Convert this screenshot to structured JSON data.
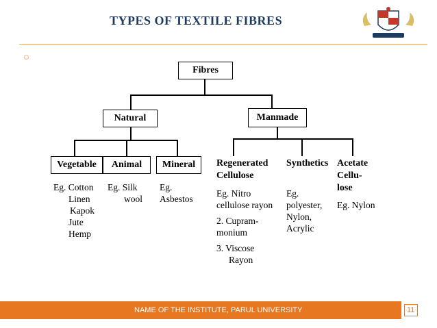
{
  "header": {
    "title": "TYPES OF TEXTILE FIBRES"
  },
  "logo": {
    "icon": "university-crest-icon",
    "colors": [
      "#c0392b",
      "#1f3a5f",
      "#e87722"
    ]
  },
  "diagram": {
    "root": "Fibres",
    "level1": [
      "Natural",
      "Manmade"
    ],
    "natural": [
      "Vegetable",
      "Animal",
      "Mineral"
    ],
    "manmade_headers": {
      "regenerated": [
        "Regenerated",
        "Cellulose"
      ],
      "synthetics": "Synthetics",
      "acetate": [
        "Acetate",
        "Cellu-",
        "lose"
      ]
    },
    "examples": {
      "vegetable": [
        "Eg. Cotton",
        "Linen",
        "Kapok",
        "Jute",
        "Hemp"
      ],
      "animal": [
        "Eg. Silk",
        "wool"
      ],
      "mineral": [
        "Eg.",
        "Asbestos"
      ],
      "regenerated": [
        "Eg. Nitro",
        "cellulose rayon",
        "2. Cupram-",
        "monium",
        "3. Viscose",
        "Rayon"
      ],
      "synthetics": [
        "Eg.",
        "polyester,",
        "Nylon,",
        "Acrylic"
      ],
      "acetate": [
        "Eg. Nylon"
      ]
    }
  },
  "footer": {
    "institute": "NAME OF THE INSTITUTE, PARUL UNIVERSITY",
    "page": "11",
    "accent": "#e87722"
  }
}
